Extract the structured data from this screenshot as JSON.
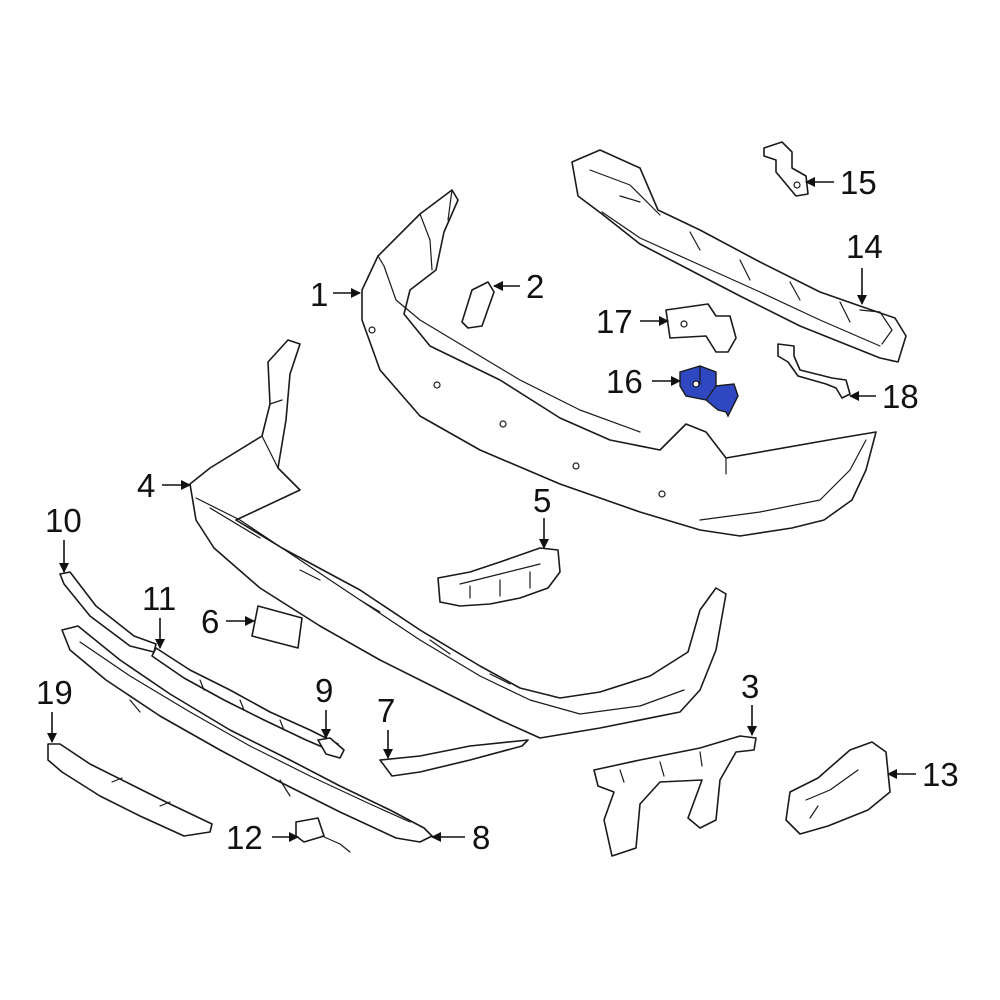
{
  "diagram": {
    "highlight_color": "#2f48c2",
    "highlighted_part": "16",
    "callouts": [
      "1",
      "2",
      "3",
      "4",
      "5",
      "6",
      "7",
      "8",
      "9",
      "10",
      "11",
      "12",
      "13",
      "14",
      "15",
      "16",
      "17",
      "18",
      "19"
    ]
  }
}
